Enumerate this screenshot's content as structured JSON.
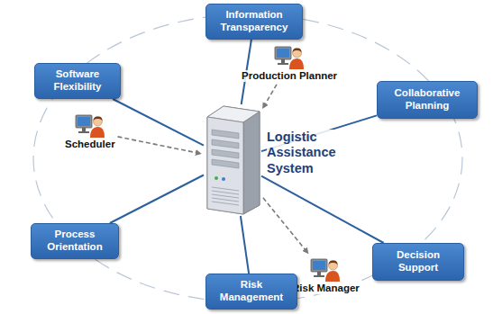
{
  "diagram": {
    "nodes": [
      {
        "text": [
          "Information Transparency"
        ]
      },
      {
        "text": [
          "Production Planner"
        ]
      },
      {
        "text": [
          "Software Flexibility"
        ]
      },
      {
        "text": [
          "Collaborative Planning"
        ]
      },
      {
        "text": [
          "Scheduler"
        ]
      },
      {
        "text": [
          "Logistic Assistance System"
        ]
      },
      {
        "text": [
          "Process Orientation"
        ]
      },
      {
        "text": [
          "Decision Support"
        ]
      },
      {
        "text": [
          "Risk Manager"
        ]
      },
      {
        "text": [
          "Risk Management"
        ]
      }
    ],
    "edges": [
      {
        "from": 0,
        "to": 5,
        "arrow": "none"
      },
      {
        "from": 3,
        "to": 5,
        "arrow": "none"
      },
      {
        "from": 7,
        "to": 5,
        "arrow": "none"
      },
      {
        "from": 9,
        "to": 5,
        "arrow": "none"
      },
      {
        "from": 6,
        "to": 5,
        "arrow": "none"
      },
      {
        "from": 2,
        "to": 5,
        "arrow": "none"
      },
      {
        "from": 1,
        "to": 5,
        "arrow": "to"
      },
      {
        "from": 4,
        "to": 5,
        "arrow": "to"
      },
      {
        "from": 5,
        "to": 8,
        "arrow": "to"
      }
    ]
  }
}
